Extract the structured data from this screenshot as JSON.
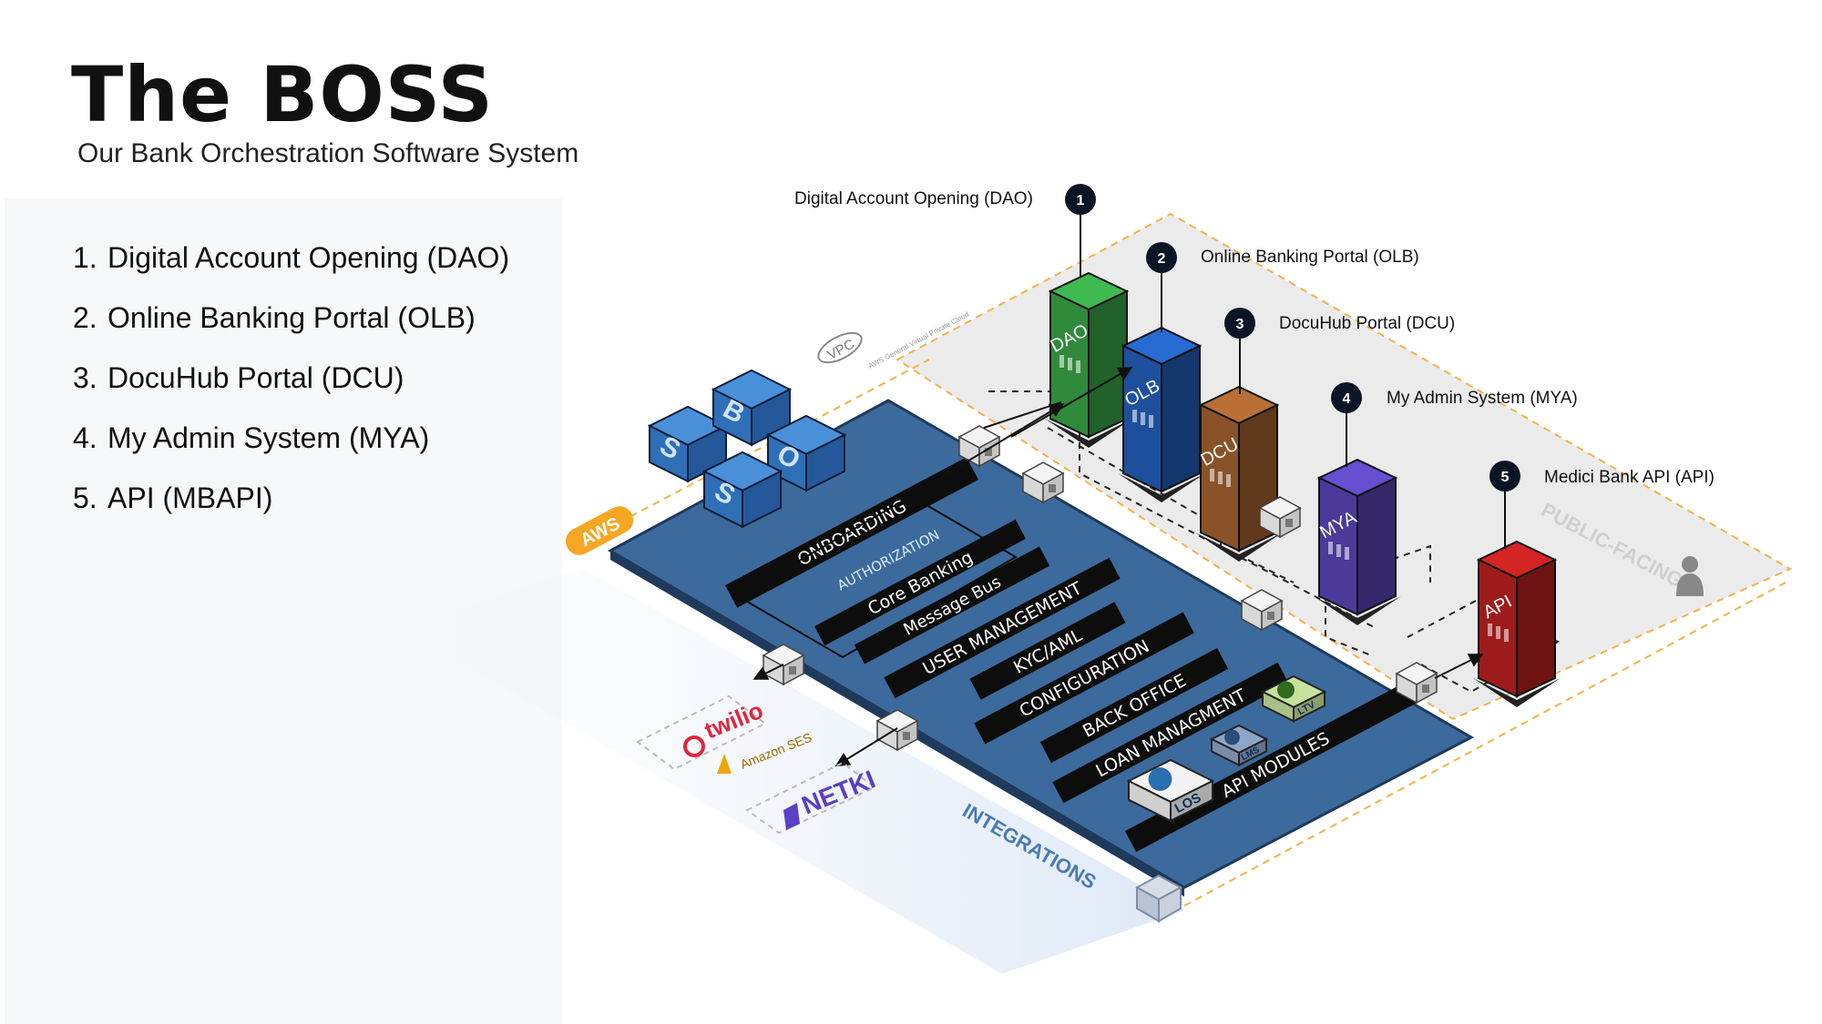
{
  "title": "The BOSS",
  "subtitle": "Our Bank Orchestration Software System",
  "list": [
    {
      "num": "1.",
      "text": "Digital Account Opening (DAO)"
    },
    {
      "num": "2.",
      "text": "Online Banking Portal (OLB)"
    },
    {
      "num": "3.",
      "text": "DocuHub Portal (DCU)"
    },
    {
      "num": "4.",
      "text": "My Admin System (MYA)"
    },
    {
      "num": "5.",
      "text": "API (MBAPI)"
    }
  ],
  "callouts": [
    {
      "num": "1",
      "text": "Digital Account Opening (DAO)"
    },
    {
      "num": "2",
      "text": "Online Banking Portal (OLB)"
    },
    {
      "num": "3",
      "text": "DocuHub Portal (DCU)"
    },
    {
      "num": "4",
      "text": "My Admin System (MYA)"
    },
    {
      "num": "5",
      "text": "Medici Bank API (API)"
    }
  ],
  "servers": [
    {
      "label": "DAO",
      "color": "#2f8a3c"
    },
    {
      "label": "OLB",
      "color": "#1d4f9c"
    },
    {
      "label": "DCU",
      "color": "#8a5228"
    },
    {
      "label": "MYA",
      "color": "#4b3a9a"
    },
    {
      "label": "API",
      "color": "#9e1b1b"
    }
  ],
  "platform_layers": [
    "ONBOARDING",
    "AUTHORIZATION",
    "Core Banking",
    "Message Bus",
    "USER MANAGEMENT",
    "KYC/AML",
    "CONFIGURATION",
    "BACK OFFICE",
    "LOAN MANAGMENT",
    "API MODULES"
  ],
  "modules": [
    "LOS",
    "LMS",
    "LTV"
  ],
  "cubes": [
    "S",
    "B",
    "O",
    "S"
  ],
  "zones": {
    "public": "PUBLIC-FACING",
    "integrations": "INTEGRATIONS",
    "aws": "AWS",
    "vpc": "VPC",
    "vpc_caption": "AWS General Virtual Private Cloud"
  },
  "integrations": [
    "twilio",
    "Amazon SES",
    "NETKI"
  ],
  "colors": {
    "platform": "#3d6a9c",
    "stripe": "#0d0d0d",
    "aws": "#f5a623",
    "twilio": "#e0263c",
    "netki": "#5b3fc4"
  }
}
